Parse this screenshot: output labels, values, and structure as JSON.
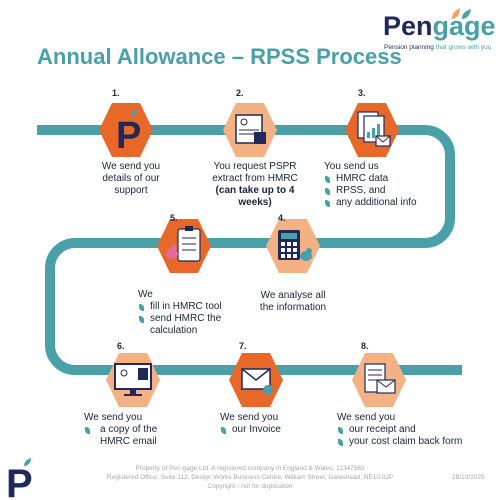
{
  "title": "Annual Allowance – RPSS Process",
  "logo": {
    "word_a": "Pen",
    "word_b": "gage",
    "tagline_a": "Pension planning ",
    "tagline_b": "that grows with you"
  },
  "colors": {
    "teal": "#4aa0a8",
    "orange": "#e8682a",
    "peach": "#f4b184",
    "navy": "#1c2340"
  },
  "steps": [
    {
      "num": "1.",
      "fill": "orange",
      "icon": "pengage-p-icon",
      "lines": [
        "We send you",
        "details of our",
        "support"
      ]
    },
    {
      "num": "2.",
      "fill": "peach",
      "icon": "document-scan-icon",
      "lines": [
        "You request PSPR",
        "extract from HMRC"
      ],
      "bold": "(can take up to 4 weeks)"
    },
    {
      "num": "3.",
      "fill": "orange",
      "icon": "documents-email-icon",
      "intro": "You send us",
      "bullets": [
        "HMRC data",
        "RPSS, and",
        "any additional info"
      ]
    },
    {
      "num": "4.",
      "fill": "peach",
      "icon": "calculator-bird-icon",
      "lines": [
        "We analyse all",
        "the information"
      ]
    },
    {
      "num": "5.",
      "fill": "orange",
      "icon": "clipboard-bird-icon",
      "intro": "We",
      "bullets": [
        "fill in HMRC tool",
        "send HMRC the calculation"
      ]
    },
    {
      "num": "6.",
      "fill": "peach",
      "icon": "monitor-document-icon",
      "intro": "We send you",
      "bullets": [
        "a copy of the HMRC email"
      ]
    },
    {
      "num": "7.",
      "fill": "orange",
      "icon": "envelope-icon",
      "intro": "We send you",
      "bullets": [
        "our Invoice"
      ]
    },
    {
      "num": "8.",
      "fill": "peach",
      "icon": "receipt-envelope-icon",
      "intro": "We send you",
      "bullets": [
        "our receipt and",
        "your cost claim back form"
      ]
    }
  ],
  "footer": {
    "line1": "Property of Pen-gage Ltd.  A registered company in England & Wales.  11347363",
    "line2": "Registered Office: Suite 112, Design Works Business Centre, William Street, Gateshead, NE10 0JP",
    "line3": "Copyright - not for duplication",
    "date": "28/10/2025"
  }
}
